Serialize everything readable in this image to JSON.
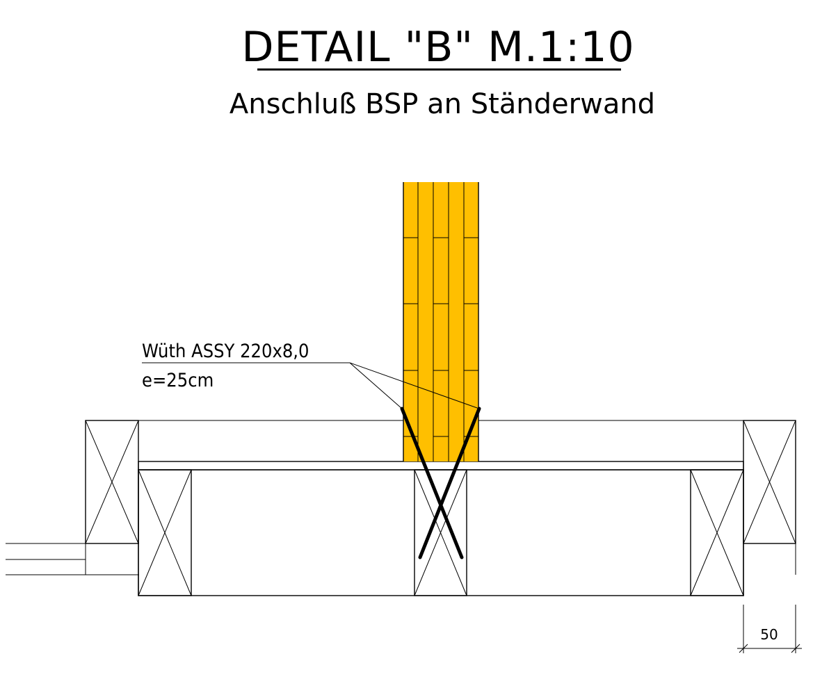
{
  "title": "DETAIL \"B\" M.1:10",
  "subtitle": "Anschluß BSP an Ständerwand",
  "screw_note": {
    "line1": "Wüth ASSY 220x8,0",
    "line2": "e=25cm"
  },
  "dimension": "50",
  "colors": {
    "timber": "#ffbf00",
    "insulation": "#ffdf80",
    "line": "#000000",
    "background": "#ffffff"
  }
}
